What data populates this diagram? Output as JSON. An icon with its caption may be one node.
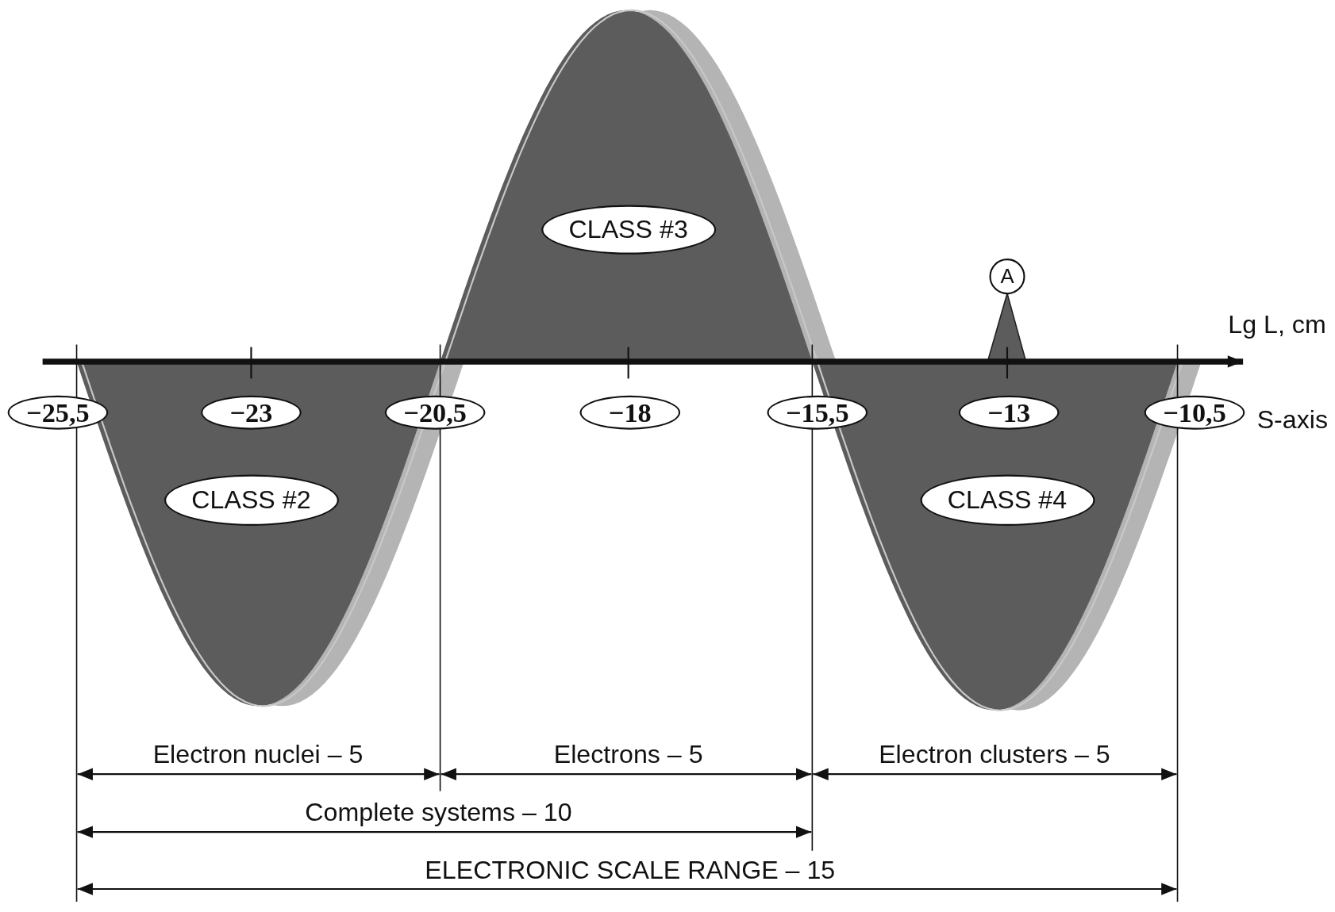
{
  "diagram": {
    "nodes": [
      {
        "text": [
          "CLASS #3"
        ]
      },
      {
        "text": [
          "A"
        ]
      },
      {
        "text": [
          "−25,5"
        ]
      },
      {
        "text": [
          "−23"
        ]
      },
      {
        "text": [
          "−20,5"
        ]
      },
      {
        "text": [
          "−18"
        ]
      },
      {
        "text": [
          "−15,5"
        ]
      },
      {
        "text": [
          "−13"
        ]
      },
      {
        "text": [
          "−10,5"
        ]
      },
      {
        "text": [
          "CLASS #2"
        ]
      },
      {
        "text": [
          "CLASS #4"
        ]
      }
    ],
    "edges": [],
    "labels": [
      "Lg L, cm",
      "S-axis",
      "Electron nuclei – 5",
      "Electrons – 5",
      "Electron clusters – 5",
      "Complete systems – 10",
      "ELECTRONIC SCALE RANGE – 15"
    ]
  }
}
